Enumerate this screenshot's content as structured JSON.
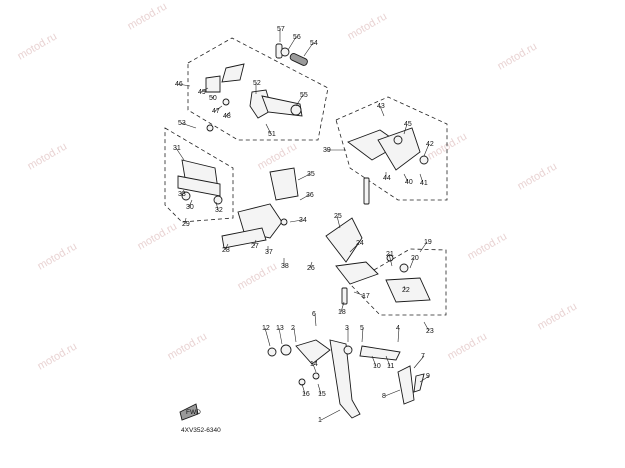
{
  "watermark": "motod.ru",
  "diagram_code": "4XV352-6340",
  "front_marker": "FWD",
  "callouts": [
    "1",
    "2",
    "3",
    "4",
    "5",
    "6",
    "7",
    "8",
    "9",
    "10",
    "11",
    "12",
    "13",
    "14",
    "15",
    "16",
    "17",
    "18",
    "19",
    "20",
    "21",
    "22",
    "23",
    "24",
    "25",
    "26",
    "27",
    "28",
    "29",
    "30",
    "31",
    "32",
    "33",
    "34",
    "35",
    "36",
    "37",
    "38",
    "39",
    "40",
    "41",
    "42",
    "43",
    "44",
    "45",
    "46",
    "47",
    "48",
    "49",
    "50",
    "51",
    "52",
    "53",
    "54",
    "55",
    "56",
    "57"
  ]
}
